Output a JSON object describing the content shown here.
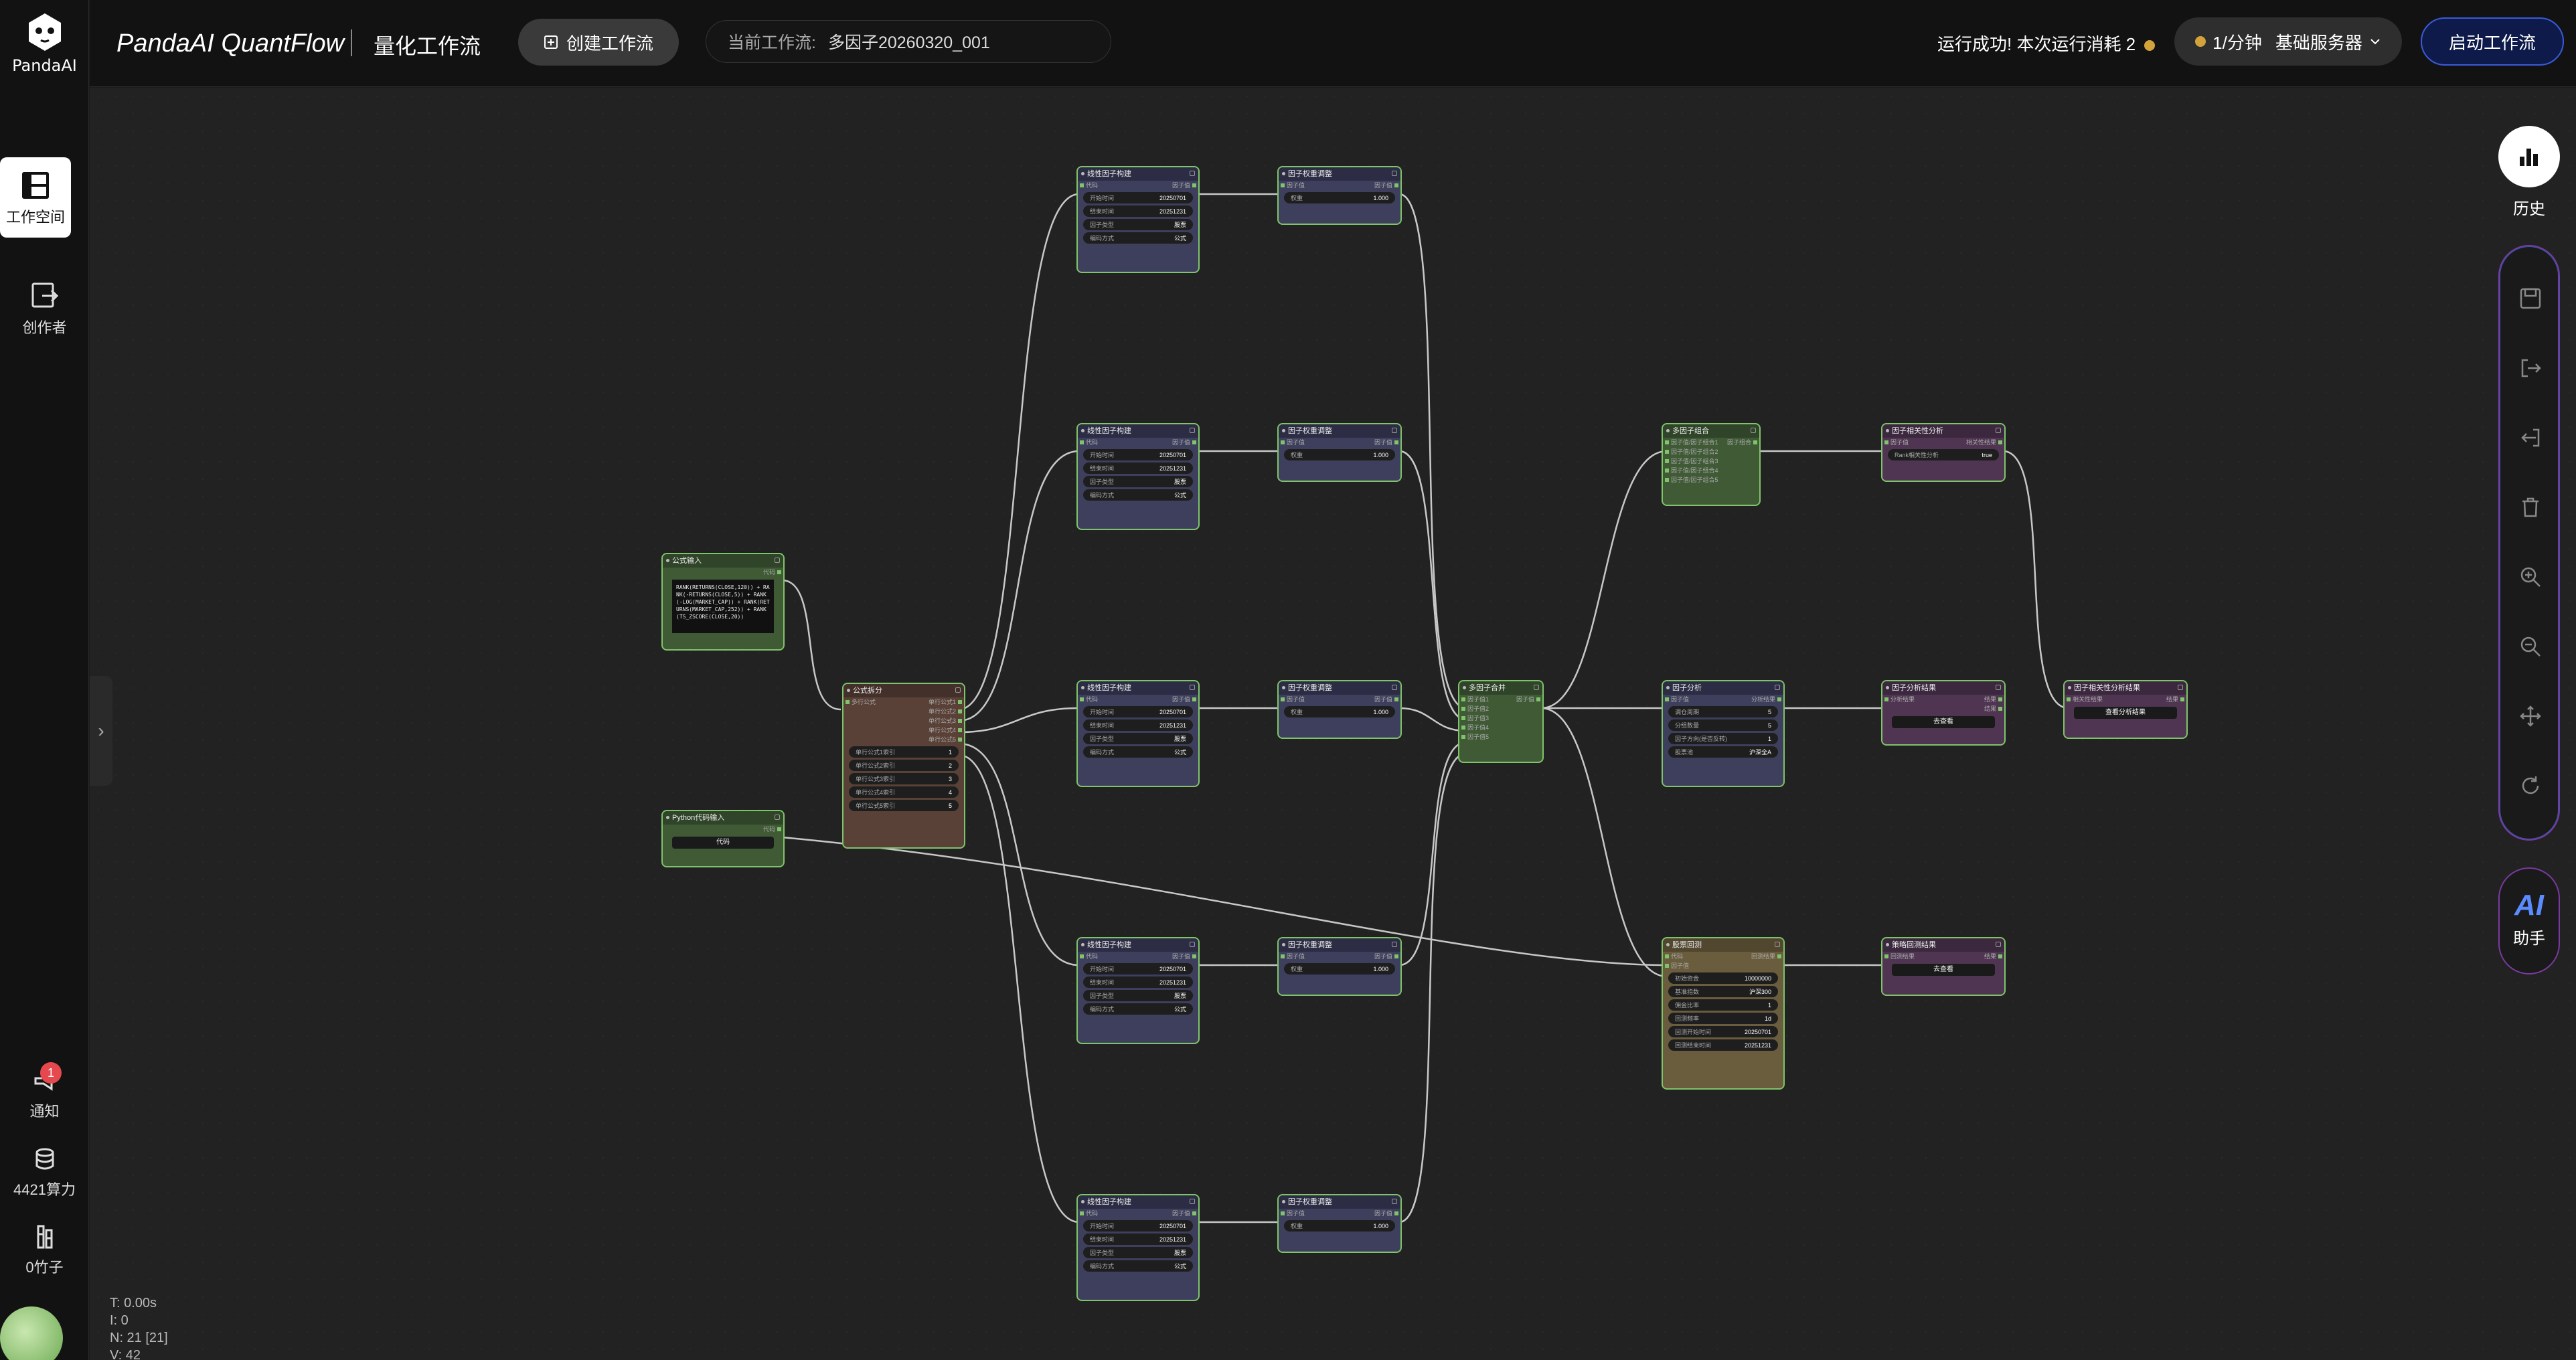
{
  "sidebar": {
    "logo_text": "PandaAI",
    "items": [
      {
        "label": "工作空间"
      },
      {
        "label": "创作者"
      }
    ],
    "notify_label": "通知",
    "notify_badge": "1",
    "compute_label": "4421算力",
    "bamboo_label": "0竹子"
  },
  "topbar": {
    "brand": "PandaAI QuantFlow",
    "sub": "量化工作流",
    "create_label": "创建工作流",
    "wf_label": "当前工作流:",
    "wf_value": "多因子20260320_001",
    "status": "运行成功!  本次运行消耗 2",
    "server_rate": "1/分钟",
    "server_name": "基础服务器",
    "start_label": "启动工作流"
  },
  "right_panel": {
    "history_label": "历史",
    "ai_text": "AI",
    "ai_label": "助手"
  },
  "stats": {
    "t": "T: 0.00s",
    "i": "I: 0",
    "n": "N: 21 [21]",
    "v": "V: 42"
  },
  "nodes": {
    "formula_input": {
      "title": "公式输入",
      "out": "代码",
      "code": "RANK(RETURNS(CLOSE,120)) + RANK(-RETURNS(CLOSE,5)) + RANK(-LOG(MARKET_CAP)) + RANK(RETURNS(MARKET_CAP,252)) + RANK(TS_ZSCORE(CLOSE,20))"
    },
    "python_input": {
      "title": "Python代码输入",
      "out": "代码",
      "btn": "代码"
    },
    "formula_split": {
      "title": "公式拆分",
      "in": "多行公式",
      "outs": [
        "单行公式1",
        "单行公式2",
        "单行公式3",
        "单行公式4",
        "单行公式5"
      ],
      "widgets": [
        {
          "label": "单行公式1索引",
          "value": "1"
        },
        {
          "label": "单行公式2索引",
          "value": "2"
        },
        {
          "label": "单行公式3索引",
          "value": "3"
        },
        {
          "label": "单行公式4索引",
          "value": "4"
        },
        {
          "label": "单行公式5索引",
          "value": "5"
        }
      ]
    },
    "factor_build": {
      "title": "线性因子构建",
      "in": "代码",
      "out": "因子值",
      "start_label": "开始时间",
      "start": "20250701",
      "end_label": "结束时间",
      "end": "20251231",
      "type_label": "因子类型",
      "type": "股票",
      "mode_label": "编码方式",
      "mode": "公式"
    },
    "weight_adjust": {
      "title": "因子权重调整",
      "in": "因子值",
      "out": "因子值",
      "w_label": "权重",
      "w": "1.000"
    },
    "multi_merge": {
      "title": "多因子合并",
      "ins": [
        "因子值1",
        "因子值2",
        "因子值3",
        "因子值4",
        "因子值5"
      ],
      "out": "因子值"
    },
    "multi_combine": {
      "title": "多因子组合",
      "ins": [
        "因子值/因子组合1",
        "因子值/因子组合2",
        "因子值/因子组合3",
        "因子值/因子组合4",
        "因子值/因子组合5"
      ],
      "out": "因子组合"
    },
    "corr_analysis": {
      "title": "因子相关性分析",
      "in": "因子值",
      "out": "相关性结果",
      "w_label": "Rank相关性分析",
      "w": "true"
    },
    "corr_result": {
      "title": "因子相关性分析结果",
      "in": "相关性结果",
      "out": "结果",
      "btn": "查看分析结果"
    },
    "factor_analysis": {
      "title": "因子分析",
      "in": "因子值",
      "out": "分析结果",
      "widgets": [
        {
          "label": "调仓周期",
          "value": "5"
        },
        {
          "label": "分组数量",
          "value": "5"
        },
        {
          "label": "因子方向(是否反转)",
          "value": "1"
        },
        {
          "label": "股票池",
          "value": "沪深全A"
        }
      ]
    },
    "factor_result": {
      "title": "因子分析结果",
      "in": "分析结果",
      "out": "结果",
      "btn": "去查看"
    },
    "stock_backtest": {
      "title": "股票回测",
      "ins": [
        "代码",
        "因子值"
      ],
      "out": "回测结果",
      "widgets": [
        {
          "label": "初始资金",
          "value": "10000000"
        },
        {
          "label": "基准指数",
          "value": "沪深300"
        },
        {
          "label": "佣金比率",
          "value": "1"
        },
        {
          "label": "回测频率",
          "value": "1d"
        },
        {
          "label": "回测开始时间",
          "value": "20250701"
        },
        {
          "label": "回测结束时间",
          "value": "20251231"
        }
      ]
    },
    "backtest_result": {
      "title": "策略回测结果",
      "in": "回测结果",
      "out": "结果",
      "btn": "去查看"
    }
  }
}
